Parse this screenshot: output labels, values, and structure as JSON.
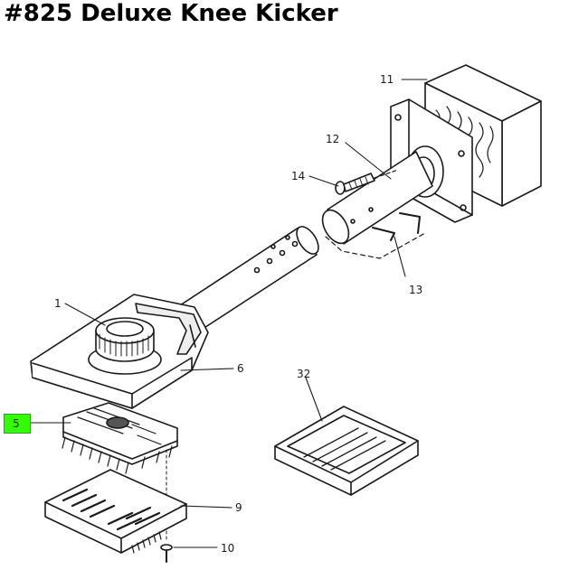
{
  "title": "#825 Deluxe Knee Kicker",
  "highlight_color": "#33ff00",
  "callouts": {
    "c1": "1",
    "c5": "5",
    "c6": "6",
    "c9": "9",
    "c10": "10",
    "c11": "11",
    "c12": "12",
    "c13": "13",
    "c14": "14",
    "c32": "32"
  }
}
